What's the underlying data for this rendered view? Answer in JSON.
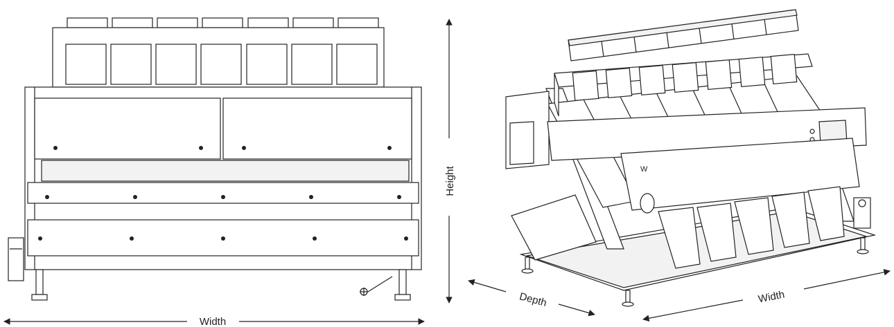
{
  "labels": {
    "front_width": "Width",
    "height": "Height",
    "depth": "Depth",
    "iso_width": "Width",
    "panel_letter": "W"
  },
  "colors": {
    "line": "#222222",
    "fill": "#ffffff",
    "shade": "#f2f2f2"
  }
}
